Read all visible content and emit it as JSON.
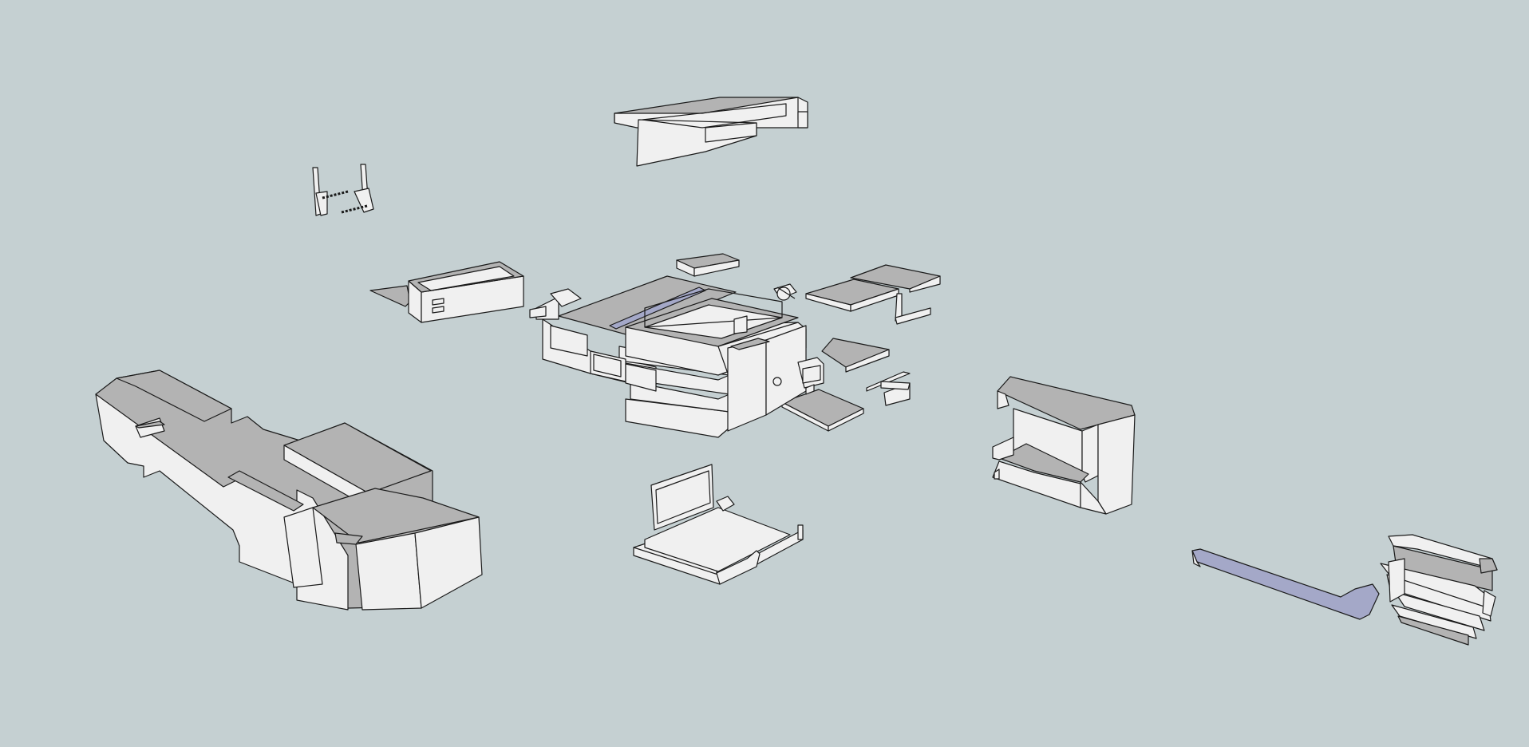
{
  "scene": {
    "background_color": "#c5d0d2",
    "face_light": "#f0f0f0",
    "face_shadow": "#b3b3b3",
    "face_selected": "#a4a8c8",
    "edge_color": "#1a1a1a"
  },
  "parts": [
    "top-frame",
    "clip-pins",
    "small-box",
    "chip",
    "connector",
    "central-assembly",
    "side-plates",
    "bottom-frame",
    "large-block",
    "side-housing",
    "lever-gear"
  ]
}
